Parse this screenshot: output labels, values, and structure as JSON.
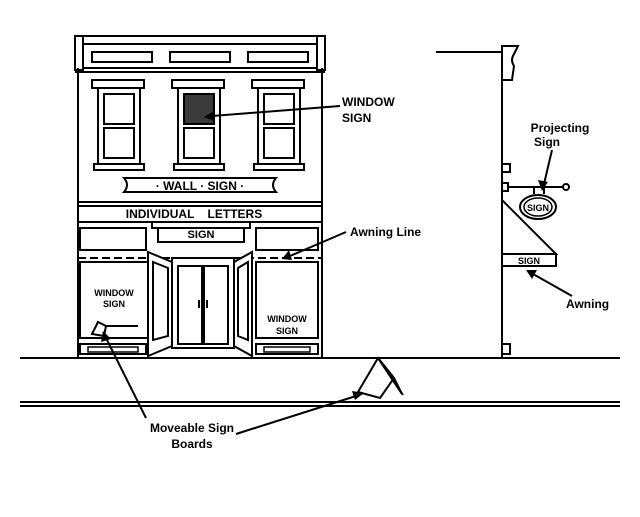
{
  "labels": {
    "window_sign_line1": "WINDOW",
    "window_sign_line2": "SIGN",
    "projecting_sign_line1": "Projecting",
    "projecting_sign_line2": "Sign",
    "awning_line": "Awning Line",
    "awning": "Awning",
    "moveable_line1": "Moveable Sign",
    "moveable_line2": "Boards"
  },
  "building_text": {
    "wall_sign": "· WALL · SIGN ·",
    "individual_letters": "INDIVIDUAL    LETTERS",
    "door_sign": "SIGN",
    "left_window_line1": "WINDOW",
    "left_window_line2": "SIGN",
    "right_window_line1": "WINDOW",
    "right_window_line2": "SIGN",
    "projecting_oval": "SIGN",
    "awning_text": "SIGN"
  },
  "colors": {
    "line": "#000000",
    "background": "#ffffff",
    "window_sign_fill": "#3a3a3a"
  }
}
